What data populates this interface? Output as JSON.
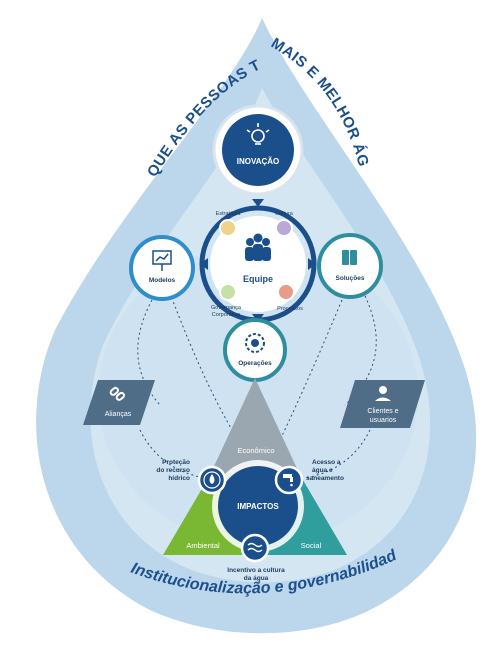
{
  "banner": {
    "left_text": "QUE AS PESSOAS TEN",
    "right_text": "MAIS E MELHOR ÁGUA",
    "bottom_text": "Institucionalização e governabilidade"
  },
  "core": {
    "innovation_label": "INOVAÇÃO",
    "team_label": "Equipe",
    "strategy_label": "Estratégia",
    "culture_label": "Cultura",
    "governance_line1": "Governança",
    "governance_line2": "Corporativa",
    "processes_label": "Processos",
    "operations_label": "Operações"
  },
  "satellites": {
    "models_label": "Modelos",
    "solutions_label": "Soluções",
    "alliances_label": "Alianças",
    "clients_line1": "Clientes e",
    "clients_line2": "usuarios"
  },
  "impact": {
    "impact_label": "IMPACTOS",
    "economic_label": "Econômico",
    "environmental_label": "Ambiental",
    "social_label": "Social",
    "protection_line1": "Proteção",
    "protection_line2": "do recurso",
    "protection_line3": "hídrico",
    "access_line1": "Acesso a",
    "access_line2": "água e",
    "access_line3": "saneamento",
    "culture_line1": "Incentivo a cultura",
    "culture_line2": "da água"
  },
  "colors": {
    "outer_drop": "#bcd6ec",
    "inner_drop": "#d5e6f3",
    "navy": "#1b4f8c",
    "teal": "#2f8e9e",
    "green": "#7ab833",
    "gray": "#9aa6b0"
  }
}
